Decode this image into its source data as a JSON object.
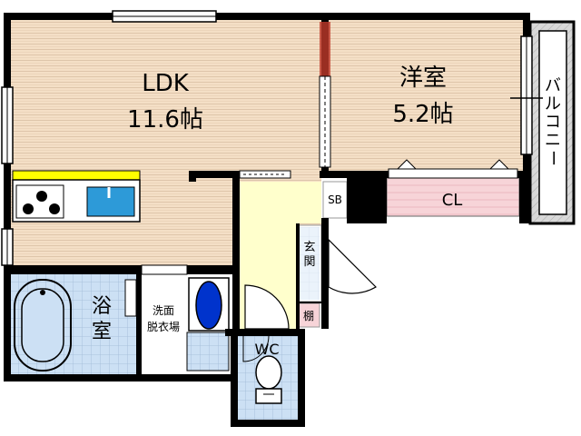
{
  "rooms": {
    "ldk": {
      "name": "LDK",
      "size": "11.6帖"
    },
    "western": {
      "name": "洋室",
      "size": "5.2帖"
    },
    "closet": {
      "name": "CL"
    },
    "shoe_box": {
      "name": "SB"
    },
    "entrance": {
      "name": "玄関"
    },
    "shelf": {
      "name": "棚"
    },
    "bath": {
      "name": "浴室"
    },
    "washroom": {
      "name": "洗面脱衣場"
    },
    "toilet": {
      "name": "WC"
    },
    "balcony": {
      "name": "バルコニー"
    }
  },
  "colors": {
    "ldk_floor": "#f4dfc6",
    "western_floor": "#f4dfc6",
    "closet_floor": "#f7d4d8",
    "corridor_floor": "#ffffcc",
    "tile_floor": "#cce0f4",
    "wall": "#000000",
    "counter_yellow": "#ffff00",
    "sink_blue": "#2d9ad8",
    "washbasin_blue": "#0033cc",
    "balcony_gray": "#d8d8d8"
  }
}
